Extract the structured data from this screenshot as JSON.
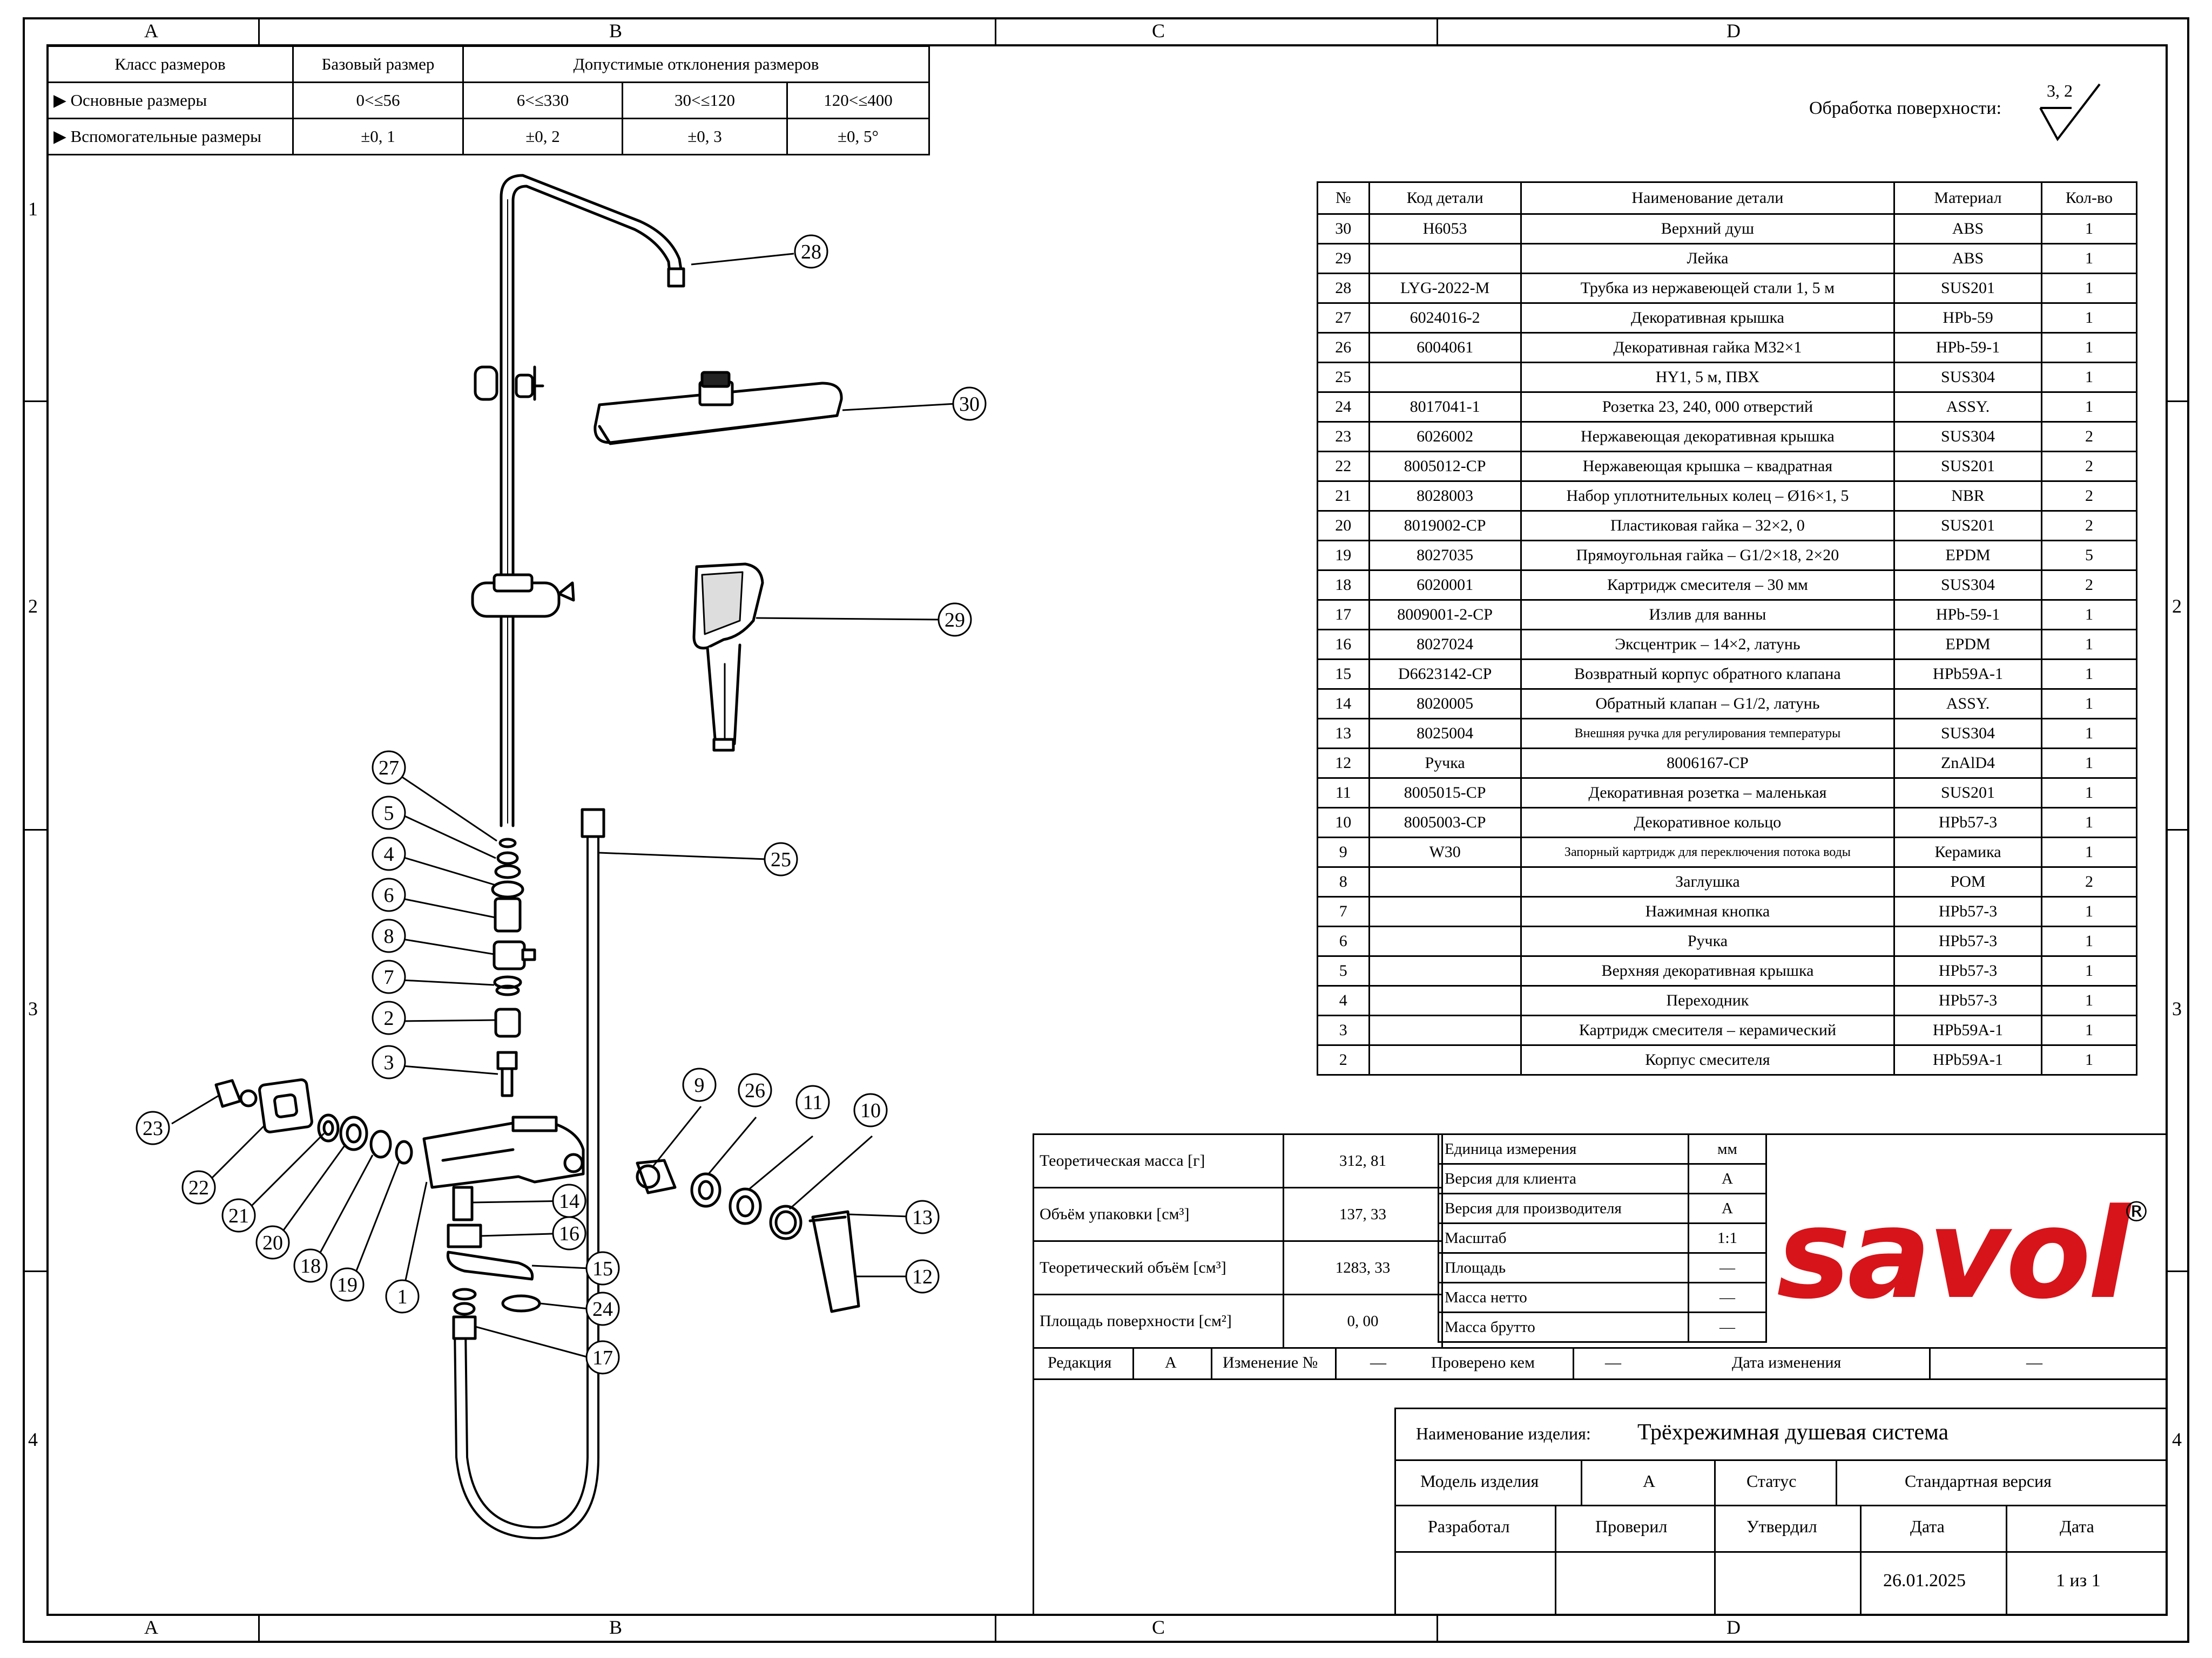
{
  "frame": {
    "columns": [
      "A",
      "B",
      "C",
      "D"
    ],
    "rows": [
      "1",
      "2",
      "3",
      "4"
    ]
  },
  "tolerance_table": {
    "headers": [
      "Класс размеров",
      "Базовый размер",
      "Допустимые отклонения размеров"
    ],
    "rows": [
      {
        "marker": "▶",
        "name": "Основные размеры",
        "base": "0<≤56",
        "c1": "6<≤330",
        "c2": "30<≤120",
        "c3": "120<≤400"
      },
      {
        "marker": "▶",
        "name": "Вспомогательные размеры",
        "base": "±0, 1",
        "c1": "±0, 2",
        "c2": "±0, 3",
        "c3": "±0, 5°"
      }
    ]
  },
  "surface": {
    "label": "Обработка поверхности:",
    "value": "3, 2"
  },
  "parts_table": {
    "headers": [
      "№",
      "Код детали",
      "Наименование детали",
      "Материал",
      "Кол-во"
    ],
    "rows": [
      [
        "30",
        "H6053",
        "Верхний душ",
        "ABS",
        "1"
      ],
      [
        "29",
        "",
        "Лейка",
        "ABS",
        "1"
      ],
      [
        "28",
        "LYG-2022-M",
        "Трубка из нержавеющей стали 1, 5 м",
        "SUS201",
        "1"
      ],
      [
        "27",
        "6024016-2",
        "Декоративная крышка",
        "HPb-59",
        "1"
      ],
      [
        "26",
        "6004061",
        "Декоративная гайка M32×1",
        "HPb-59-1",
        "1"
      ],
      [
        "25",
        "",
        "HY1, 5 м, ПВХ",
        "SUS304",
        "1"
      ],
      [
        "24",
        "8017041-1",
        "Розетка 23, 240, 000 отверстий",
        "ASSY.",
        "1"
      ],
      [
        "23",
        "6026002",
        "Нержавеющая декоративная крышка",
        "SUS304",
        "2"
      ],
      [
        "22",
        "8005012-CP",
        "Нержавеющая крышка – квадратная",
        "SUS201",
        "2"
      ],
      [
        "21",
        "8028003",
        "Набор уплотнительных колец – Ø16×1, 5",
        "NBR",
        "2"
      ],
      [
        "20",
        "8019002-CP",
        "Пластиковая гайка – 32×2, 0",
        "SUS201",
        "2"
      ],
      [
        "19",
        "8027035",
        "Прямоугольная гайка – G1/2×18, 2×20",
        "EPDM",
        "5"
      ],
      [
        "18",
        "6020001",
        "Картридж смесителя – 30 мм",
        "SUS304",
        "2"
      ],
      [
        "17",
        "8009001-2-CP",
        "Излив для ванны",
        "HPb-59-1",
        "1"
      ],
      [
        "16",
        "8027024",
        "Эксцентрик – 14×2, латунь",
        "EPDM",
        "1"
      ],
      [
        "15",
        "D6623142-CP",
        "Возвратный корпус обратного клапана",
        "HPb59A-1",
        "1"
      ],
      [
        "14",
        "8020005",
        "Обратный клапан – G1/2, латунь",
        "ASSY.",
        "1"
      ],
      [
        "13",
        "8025004",
        "Внешняя ручка для регулирования температуры",
        "SUS304",
        "1"
      ],
      [
        "12",
        "Ручка",
        "8006167-CP",
        "ZnAlD4",
        "1"
      ],
      [
        "11",
        "8005015-CP",
        "Декоративная розетка – маленькая",
        "SUS201",
        "1"
      ],
      [
        "10",
        "8005003-CP",
        "Декоративное кольцо",
        "HPb57-3",
        "1"
      ],
      [
        "9",
        "W30",
        "Запорный картридж для переключения потока воды",
        "Керамика",
        "1"
      ],
      [
        "8",
        "",
        "Заглушка",
        "POM",
        "2"
      ],
      [
        "7",
        "",
        "Нажимная кнопка",
        "HPb57-3",
        "1"
      ],
      [
        "6",
        "",
        "Ручка",
        "HPb57-3",
        "1"
      ],
      [
        "5",
        "",
        "Верхняя декоративная крышка",
        "HPb57-3",
        "1"
      ],
      [
        "4",
        "",
        "Переходник",
        "HPb57-3",
        "1"
      ],
      [
        "3",
        "",
        "Картридж смесителя – керамический",
        "HPb59A-1",
        "1"
      ],
      [
        "2",
        "",
        "Корпус смесителя",
        "HPb59A-1",
        "1"
      ]
    ]
  },
  "props_left": [
    {
      "label": "Теоретическая масса [г]",
      "value": "312, 81"
    },
    {
      "label": "Объём упаковки [см³]",
      "value": "137, 33"
    },
    {
      "label": "Теоретический объём [см³]",
      "value": "1283, 33"
    },
    {
      "label": "Площадь поверхности [см²]",
      "value": "0, 00"
    }
  ],
  "props_right": [
    {
      "label": "Единица измерения",
      "value": "мм"
    },
    {
      "label": "Версия для клиента",
      "value": "A"
    },
    {
      "label": "Версия для производителя",
      "value": "A"
    },
    {
      "label": "Масштаб",
      "value": "1:1"
    },
    {
      "label": "Площадь",
      "value": "—"
    },
    {
      "label": "Масса нетто",
      "value": "—"
    },
    {
      "label": "Масса брутто",
      "value": "—"
    }
  ],
  "brand": {
    "name": "savol",
    "reg": "®",
    "color": "#d7141a"
  },
  "revision": {
    "edition_label": "Редакция",
    "edition_value": "A",
    "change_label": "Изменение №",
    "change_value": "—",
    "checked_label": "Проверено кем",
    "checked_value": "—",
    "date_label": "Дата изменения",
    "date_value": "—"
  },
  "title_block": {
    "product_label": "Наименование изделия:",
    "product_name": "Трёхрежимная душевая система",
    "model_label": "Модель изделия",
    "model_value": "A",
    "status_label": "Статус",
    "status_value": "Стандартная версия",
    "developed": "Разработал",
    "checked": "Проверил",
    "approved": "Утвердил",
    "date1": "Дата",
    "date2": "Дата",
    "date_value": "26.01.2025",
    "sheet": "1 из 1"
  },
  "callouts": [
    "1",
    "2",
    "3",
    "4",
    "5",
    "6",
    "7",
    "8",
    "9",
    "10",
    "11",
    "12",
    "13",
    "14",
    "15",
    "16",
    "17",
    "18",
    "19",
    "20",
    "21",
    "22",
    "23",
    "24",
    "25",
    "26",
    "27",
    "28",
    "29",
    "30"
  ]
}
